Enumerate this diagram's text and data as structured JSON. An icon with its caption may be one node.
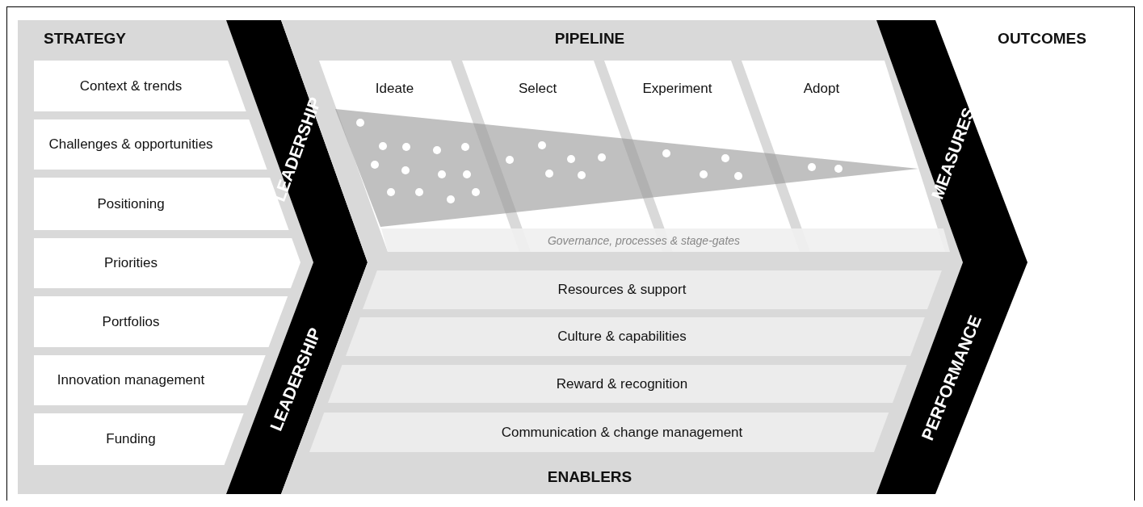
{
  "diagram": {
    "nodes": [
      {
        "text": [
          "STRATEGY"
        ]
      },
      {
        "text": [
          "Context & trends"
        ],
        "in": 0
      },
      {
        "text": [
          "Challenges & opportunities"
        ],
        "in": 0
      },
      {
        "text": [
          "Positioning"
        ],
        "in": 0
      },
      {
        "text": [
          "Priorities"
        ],
        "in": 0
      },
      {
        "text": [
          "Portfolios"
        ],
        "in": 0
      },
      {
        "text": [
          "Innovation management"
        ],
        "in": 0
      },
      {
        "text": [
          "Funding"
        ],
        "in": 0
      },
      {
        "text": [
          "LEADERSHIP",
          "LEADERSHIP"
        ]
      },
      {
        "text": [
          "PIPELINE",
          "ENABLERS"
        ]
      },
      {
        "text": [
          "Ideate"
        ],
        "in": 9
      },
      {
        "text": [
          "Select"
        ],
        "in": 9
      },
      {
        "text": [
          "Experiment"
        ],
        "in": 9
      },
      {
        "text": [
          "Adopt"
        ],
        "in": 9
      },
      {
        "text": [
          "Governance, processes & stage-gates"
        ],
        "in": 9
      },
      {
        "text": [
          "Resources & support"
        ],
        "in": 9
      },
      {
        "text": [
          "Culture & capabilities"
        ],
        "in": 9
      },
      {
        "text": [
          "Reward & recognition"
        ],
        "in": 9
      },
      {
        "text": [
          "Communication & change management"
        ],
        "in": 9
      },
      {
        "text": [
          "MEASURES",
          "PERFORMANCE"
        ]
      }
    ],
    "edges": [],
    "labels": [
      "OUTCOMES"
    ]
  }
}
